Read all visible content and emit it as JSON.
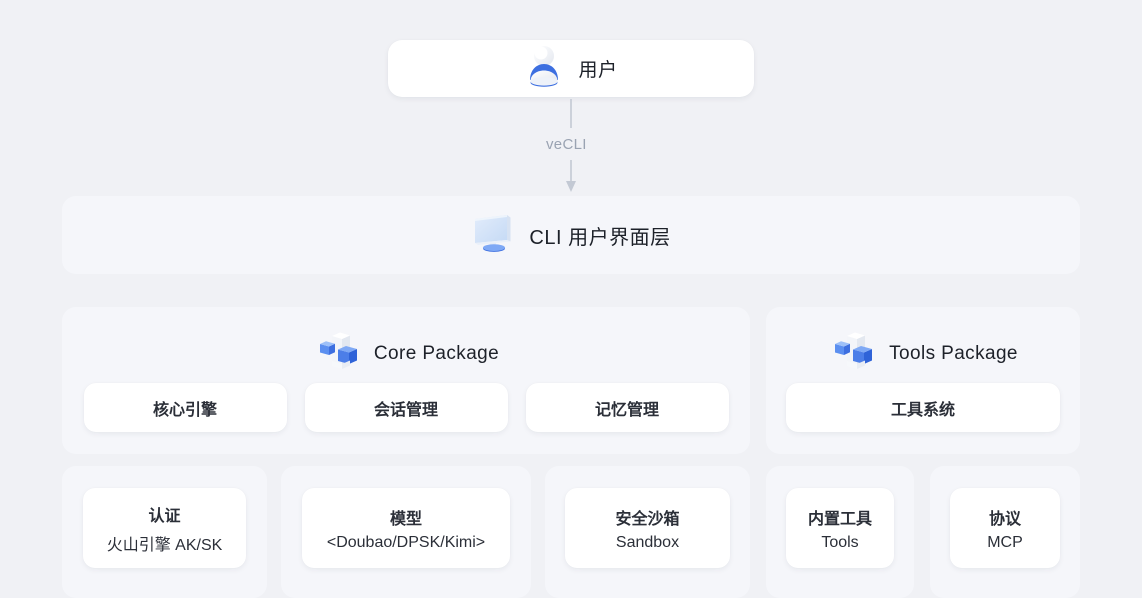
{
  "colors": {
    "page_bg": "#f0f1f5",
    "panel_bg": "#f5f6fa",
    "card_bg": "#ffffff",
    "text": "#1d2129",
    "muted": "#9aa3b2",
    "accent_blue": "#3d6fe0",
    "light_blue": "#cfe0f7"
  },
  "user": {
    "label": "用户",
    "icon": "user-avatar-icon"
  },
  "connector": {
    "label": "veCLI",
    "icon": "down-arrow-icon",
    "color": "#c3c9d4"
  },
  "cli_layer": {
    "label": "CLI 用户界面层",
    "icon": "monitor-icon"
  },
  "packages": [
    {
      "id": "core",
      "title": "Core Package",
      "icon": "cube-package-icon",
      "items": [
        {
          "label": "核心引擎"
        },
        {
          "label": "会话管理"
        },
        {
          "label": "记忆管理"
        }
      ]
    },
    {
      "id": "tools",
      "title": "Tools Package",
      "icon": "cube-package-icon",
      "items": [
        {
          "label": "工具系统"
        }
      ]
    }
  ],
  "bottom_row": [
    {
      "line1": "认证",
      "line2": "火山引擎 AK/SK"
    },
    {
      "line1": "模型",
      "line2": "<Doubao/DPSK/Kimi>"
    },
    {
      "line1": "安全沙箱",
      "line2": "Sandbox"
    },
    {
      "line1": "内置工具",
      "line2": "Tools"
    },
    {
      "line1": "协议",
      "line2": "MCP"
    }
  ]
}
